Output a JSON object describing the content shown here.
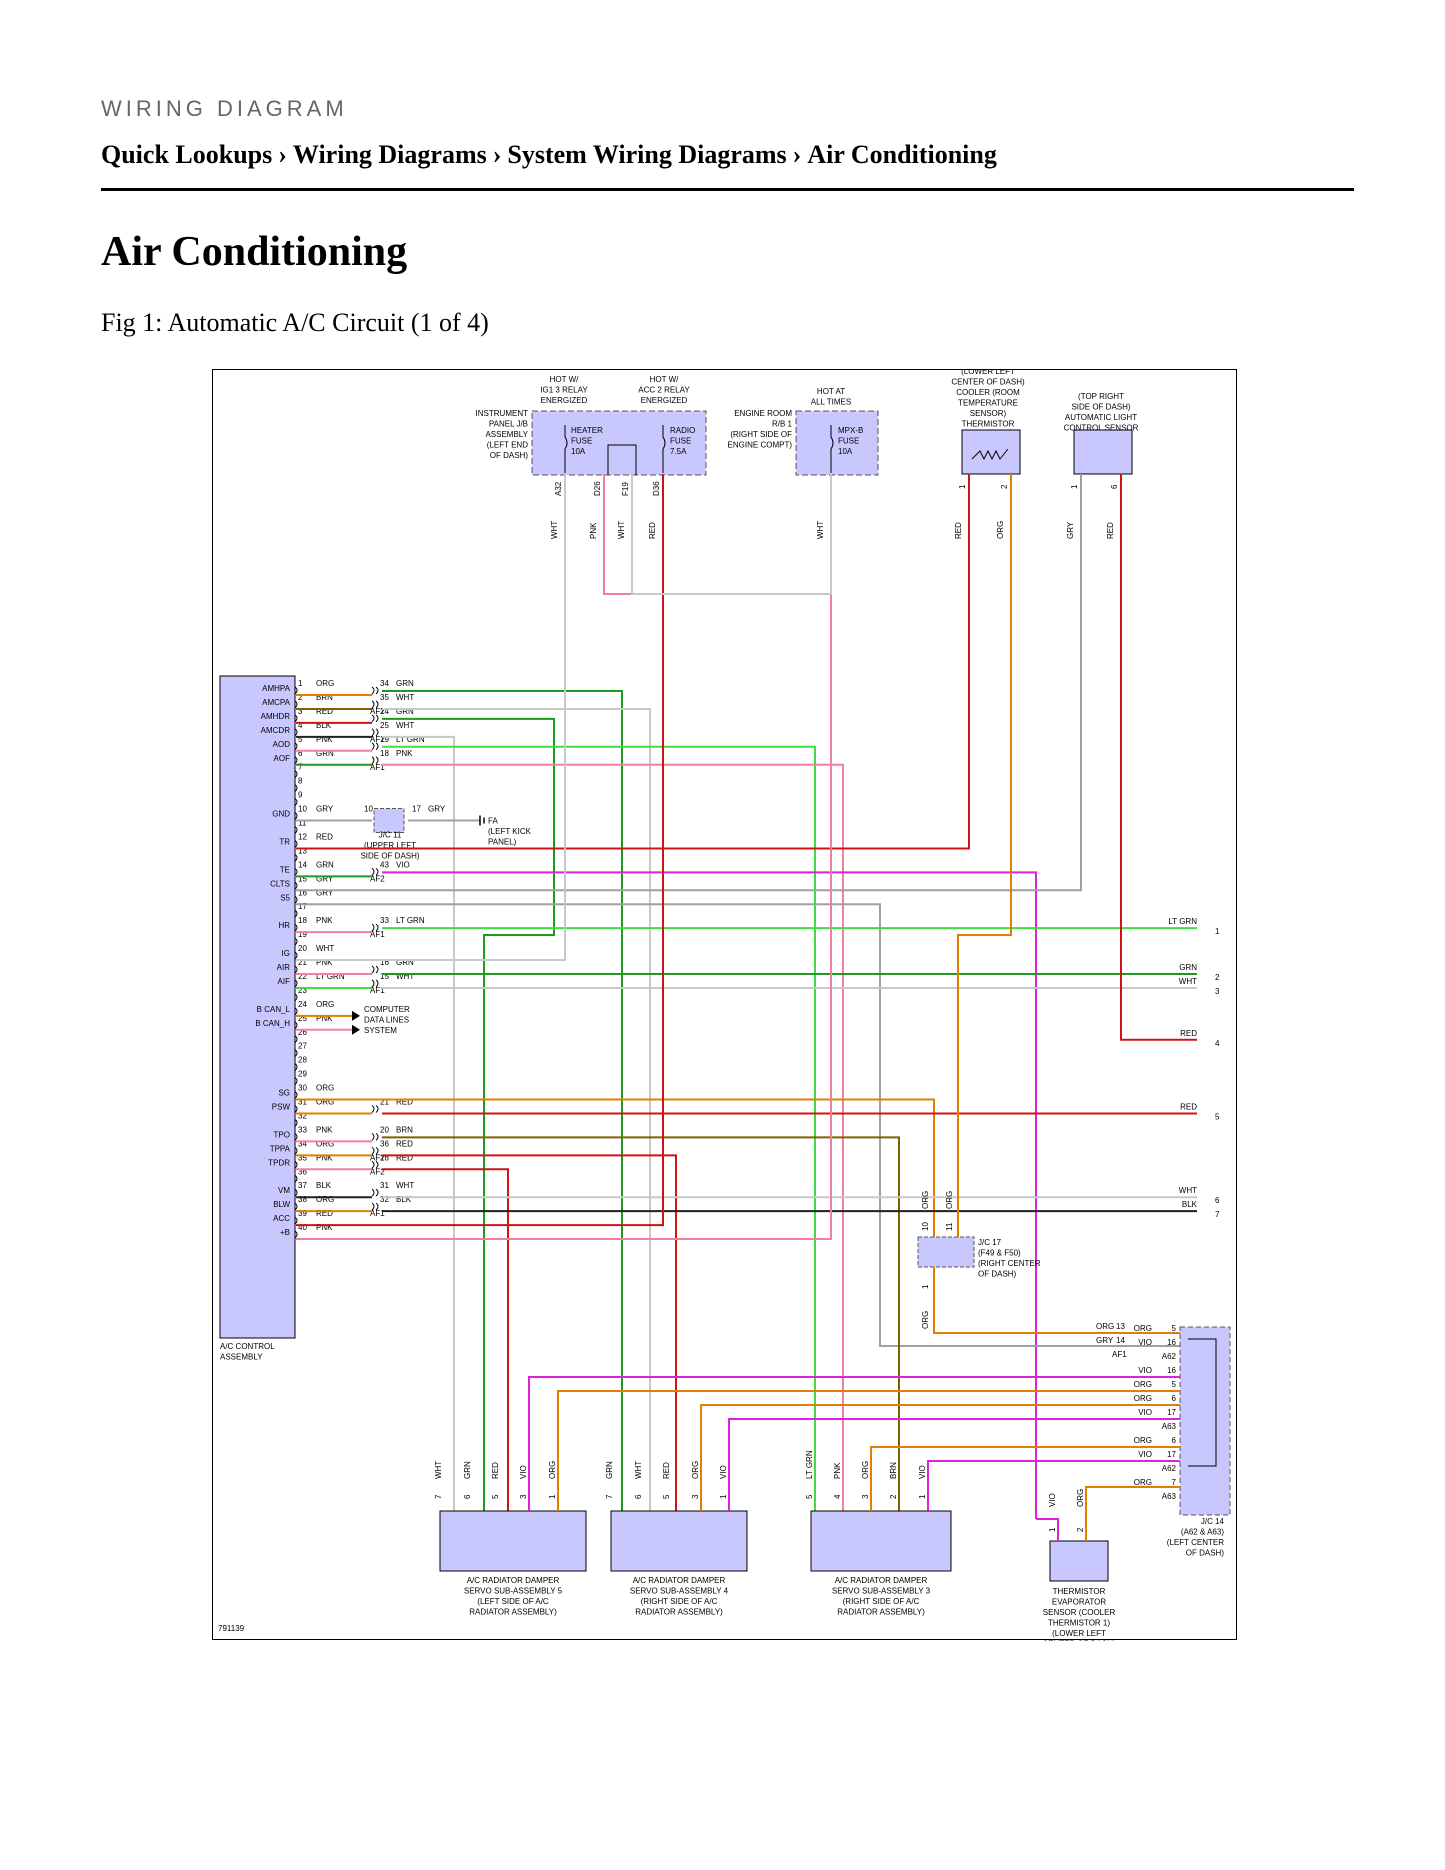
{
  "header": {
    "kicker": "WIRING DIAGRAM",
    "breadcrumbs": [
      "Quick Lookups",
      "Wiring Diagrams",
      "System Wiring Diagrams",
      "Air Conditioning"
    ],
    "separator": "›"
  },
  "page": {
    "title": "Air Conditioning",
    "figure_caption": "Fig 1: Automatic A/C Circuit (1 of 4)"
  },
  "colors": {
    "component_fill": "#c8c8ff",
    "wire_GRN": "#1e9a1e",
    "wire_LTGRN": "#40dd40",
    "wire_RED": "#cc1414",
    "wire_ORG": "#e08000",
    "wire_PNK": "#f080a0",
    "wire_VIO": "#dd22dd",
    "wire_WHT": "#c8c8c8",
    "wire_GRY": "#a0a0a0",
    "wire_BLK": "#202020",
    "wire_BRN": "#806000"
  },
  "diagram": {
    "figure_id": "791139",
    "top_components": [
      {
        "id": "ig1",
        "lines": [
          "HOT W/",
          "IG1 3 RELAY",
          "ENERGIZED"
        ]
      },
      {
        "id": "acc2",
        "lines": [
          "HOT W/",
          "ACC 2 RELAY",
          "ENERGIZED"
        ]
      },
      {
        "id": "jb",
        "lines": [
          "INSTRUMENT",
          "PANEL J/B",
          "ASSEMBLY",
          "(LEFT END",
          "OF DASH)"
        ]
      },
      {
        "id": "heater",
        "lines": [
          "HEATER",
          "FUSE",
          "10A"
        ]
      },
      {
        "id": "radio",
        "lines": [
          "RADIO",
          "FUSE",
          "7.5A"
        ]
      },
      {
        "id": "rb1",
        "lines": [
          "ENGINE ROOM",
          "R/B 1",
          "(RIGHT SIDE OF",
          "ENGINE COMPT)"
        ]
      },
      {
        "id": "hot",
        "lines": [
          "HOT AT",
          "ALL TIMES"
        ]
      },
      {
        "id": "mpxb",
        "lines": [
          "MPX-B",
          "FUSE",
          "10A"
        ]
      },
      {
        "id": "cooler",
        "lines": [
          "(LOWER LEFT",
          "CENTER OF DASH)",
          "COOLER (ROOM",
          "TEMPERATURE",
          "SENSOR)",
          "THERMISTOR"
        ]
      },
      {
        "id": "light",
        "lines": [
          "(TOP RIGHT",
          "SIDE OF DASH)",
          "AUTOMATIC LIGHT",
          "CONTROL SENSOR"
        ]
      }
    ],
    "fuse_pins": [
      "A32",
      "D26",
      "F19",
      "D36"
    ],
    "top_wire_colors": [
      "WHT",
      "PNK",
      "WHT",
      "RED",
      "WHT",
      "RED",
      "ORG",
      "GRY",
      "RED"
    ],
    "sensor_pins": [
      "1",
      "2",
      "1",
      "6"
    ],
    "ac_control": {
      "name": [
        "A/C CONTROL",
        "ASSEMBLY"
      ],
      "terminals": [
        {
          "label": "AMHPA",
          "row": 1
        },
        {
          "label": "AMCPA",
          "row": 2
        },
        {
          "label": "AMHDR",
          "row": 3
        },
        {
          "label": "AMCDR",
          "row": 4
        },
        {
          "label": "AOD",
          "row": 5
        },
        {
          "label": "AOF",
          "row": 6
        },
        {
          "label": "GND",
          "row": 10
        },
        {
          "label": "TR",
          "row": 12
        },
        {
          "label": "TE",
          "row": 14
        },
        {
          "label": "CLTS",
          "row": 15
        },
        {
          "label": "S5",
          "row": 16
        },
        {
          "label": "HR",
          "row": 18
        },
        {
          "label": "IG",
          "row": 20
        },
        {
          "label": "AIR",
          "row": 21
        },
        {
          "label": "AIF",
          "row": 22
        },
        {
          "label": "B CAN_L",
          "row": 24
        },
        {
          "label": "B CAN_H",
          "row": 25
        },
        {
          "label": "SG",
          "row": 30
        },
        {
          "label": "PSW",
          "row": 31
        },
        {
          "label": "TPO",
          "row": 33
        },
        {
          "label": "TPPA",
          "row": 34
        },
        {
          "label": "TPDR",
          "row": 35
        },
        {
          "label": "VM",
          "row": 37
        },
        {
          "label": "BLW",
          "row": 38
        },
        {
          "label": "ACC",
          "row": 39
        },
        {
          "label": "+B",
          "row": 40
        }
      ],
      "pins": [
        {
          "n": "1",
          "c": "ORG"
        },
        {
          "n": "2",
          "c": "BRN"
        },
        {
          "n": "3",
          "c": "RED"
        },
        {
          "n": "4",
          "c": "BLK"
        },
        {
          "n": "5",
          "c": "PNK"
        },
        {
          "n": "6",
          "c": "GRN"
        },
        {
          "n": "7",
          "c": ""
        },
        {
          "n": "8",
          "c": ""
        },
        {
          "n": "9",
          "c": ""
        },
        {
          "n": "10",
          "c": "GRY"
        },
        {
          "n": "11",
          "c": ""
        },
        {
          "n": "12",
          "c": "RED"
        },
        {
          "n": "13",
          "c": ""
        },
        {
          "n": "14",
          "c": "GRN"
        },
        {
          "n": "15",
          "c": "GRY"
        },
        {
          "n": "16",
          "c": "GRY"
        },
        {
          "n": "17",
          "c": ""
        },
        {
          "n": "18",
          "c": "PNK"
        },
        {
          "n": "19",
          "c": ""
        },
        {
          "n": "20",
          "c": "WHT"
        },
        {
          "n": "21",
          "c": "PNK"
        },
        {
          "n": "22",
          "c": "LT GRN"
        },
        {
          "n": "23",
          "c": ""
        },
        {
          "n": "24",
          "c": "ORG"
        },
        {
          "n": "25",
          "c": "PNK"
        },
        {
          "n": "26",
          "c": ""
        },
        {
          "n": "27",
          "c": ""
        },
        {
          "n": "28",
          "c": ""
        },
        {
          "n": "29",
          "c": ""
        },
        {
          "n": "30",
          "c": "ORG"
        },
        {
          "n": "31",
          "c": "ORG"
        },
        {
          "n": "32",
          "c": ""
        },
        {
          "n": "33",
          "c": "PNK"
        },
        {
          "n": "34",
          "c": "ORG"
        },
        {
          "n": "35",
          "c": "PNK"
        },
        {
          "n": "36",
          "c": ""
        },
        {
          "n": "37",
          "c": "BLK"
        },
        {
          "n": "38",
          "c": "ORG"
        },
        {
          "n": "39",
          "c": "RED"
        },
        {
          "n": "40",
          "c": "PNK"
        }
      ]
    },
    "junctions": [
      {
        "row": 1,
        "n": "34",
        "c": "GRN",
        "conn": ""
      },
      {
        "row": 2,
        "n": "35",
        "c": "WHT",
        "conn": "AF1"
      },
      {
        "row": 3,
        "n": "24",
        "c": "GRN",
        "conn": ""
      },
      {
        "row": 4,
        "n": "25",
        "c": "WHT",
        "conn": "AF2"
      },
      {
        "row": 5,
        "n": "19",
        "c": "LT GRN",
        "conn": ""
      },
      {
        "row": 6,
        "n": "18",
        "c": "PNK",
        "conn": "AF1"
      },
      {
        "row": 14,
        "n": "43",
        "c": "VIO",
        "conn": "AF2"
      },
      {
        "row": 18,
        "n": "33",
        "c": "LT GRN",
        "conn": "AF1"
      },
      {
        "row": 21,
        "n": "16",
        "c": "GRN",
        "conn": ""
      },
      {
        "row": 22,
        "n": "15",
        "c": "WHT",
        "conn": "AF1"
      },
      {
        "row": 31,
        "n": "21",
        "c": "RED",
        "conn": ""
      },
      {
        "row": 33,
        "n": "20",
        "c": "BRN",
        "conn": ""
      },
      {
        "row": 34,
        "n": "36",
        "c": "RED",
        "conn": "AF1"
      },
      {
        "row": 35,
        "n": "26",
        "c": "RED",
        "conn": "AF2"
      },
      {
        "row": 37,
        "n": "31",
        "c": "WHT",
        "conn": ""
      },
      {
        "row": 38,
        "n": "32",
        "c": "BLK",
        "conn": "AF1"
      }
    ],
    "jc11": {
      "pin_in": "10",
      "pin_out": "17",
      "color": "GRY",
      "lines": [
        "J/C 11",
        "(UPPER LEFT",
        "SIDE OF DASH)"
      ]
    },
    "ground": {
      "lines": [
        "FA",
        "(LEFT KICK",
        "PANEL)"
      ]
    },
    "can": {
      "lines": [
        "COMPUTER",
        "DATA LINES",
        "SYSTEM"
      ]
    },
    "right_edge": [
      {
        "c": "LT GRN",
        "n": "1"
      },
      {
        "c": "GRN",
        "n": "2"
      },
      {
        "c": "WHT",
        "n": "3"
      },
      {
        "c": "RED",
        "n": "4"
      },
      {
        "c": "RED",
        "n": "5"
      },
      {
        "c": "WHT",
        "n": "6"
      },
      {
        "c": "BLK",
        "n": "7"
      }
    ],
    "jc17": {
      "lines": [
        "J/C 17",
        "(F49 & F50)",
        "(RIGHT CENTER",
        "OF DASH)"
      ],
      "pins": [
        "10",
        "11",
        "1"
      ],
      "colors": [
        "ORG",
        "ORG",
        "ORG"
      ]
    },
    "jc14": {
      "lines": [
        "J/C 14",
        "(A62 & A63)",
        "(LEFT CENTER",
        "OF DASH)"
      ],
      "left": [
        {
          "c": "ORG",
          "n": "13"
        },
        {
          "c": "GRY",
          "n": "14"
        }
      ],
      "left_conn": "AF1",
      "rows": [
        {
          "c": "ORG",
          "n": "5"
        },
        {
          "c": "VIO",
          "n": "16"
        },
        {
          "c": "",
          "n": "A62"
        },
        {
          "c": "VIO",
          "n": "16"
        },
        {
          "c": "ORG",
          "n": "5"
        },
        {
          "c": "ORG",
          "n": "6"
        },
        {
          "c": "VIO",
          "n": "17"
        },
        {
          "c": "",
          "n": "A63"
        },
        {
          "c": "ORG",
          "n": "6"
        },
        {
          "c": "VIO",
          "n": "17"
        },
        {
          "c": "",
          "n": "A62"
        },
        {
          "c": "ORG",
          "n": "7"
        },
        {
          "c": "",
          "n": "A63"
        }
      ]
    },
    "servos": [
      {
        "lines": [
          "A/C RADIATOR DAMPER",
          "SERVO SUB-ASSEMBLY 5",
          "(LEFT SIDE OF A/C",
          "RADIATOR ASSEMBLY)"
        ],
        "wires": [
          "WHT",
          "GRN",
          "RED",
          "VIO",
          "ORG"
        ],
        "pins": [
          "7",
          "6",
          "5",
          "3",
          "1"
        ]
      },
      {
        "lines": [
          "A/C RADIATOR DAMPER",
          "SERVO SUB-ASSEMBLY 4",
          "(RIGHT SIDE OF A/C",
          "RADIATOR ASSEMBLY)"
        ],
        "wires": [
          "GRN",
          "WHT",
          "RED",
          "ORG",
          "VIO"
        ],
        "pins": [
          "7",
          "6",
          "5",
          "3",
          "1"
        ]
      },
      {
        "lines": [
          "A/C RADIATOR DAMPER",
          "SERVO SUB-ASSEMBLY 3",
          "(RIGHT SIDE OF A/C",
          "RADIATOR ASSEMBLY)"
        ],
        "wires": [
          "LT GRN",
          "PNK",
          "ORG",
          "BRN",
          "VIO"
        ],
        "pins": [
          "5",
          "4",
          "3",
          "2",
          "1"
        ]
      }
    ],
    "evap": {
      "lines": [
        "THERMISTOR",
        "EVAPORATOR",
        "SENSOR (COOLER",
        "THERMISTOR 1)",
        "(LOWER LEFT",
        "CENTER OF DASH)"
      ],
      "wires": [
        "VIO",
        "ORG"
      ],
      "pins": [
        "1",
        "2"
      ]
    }
  }
}
